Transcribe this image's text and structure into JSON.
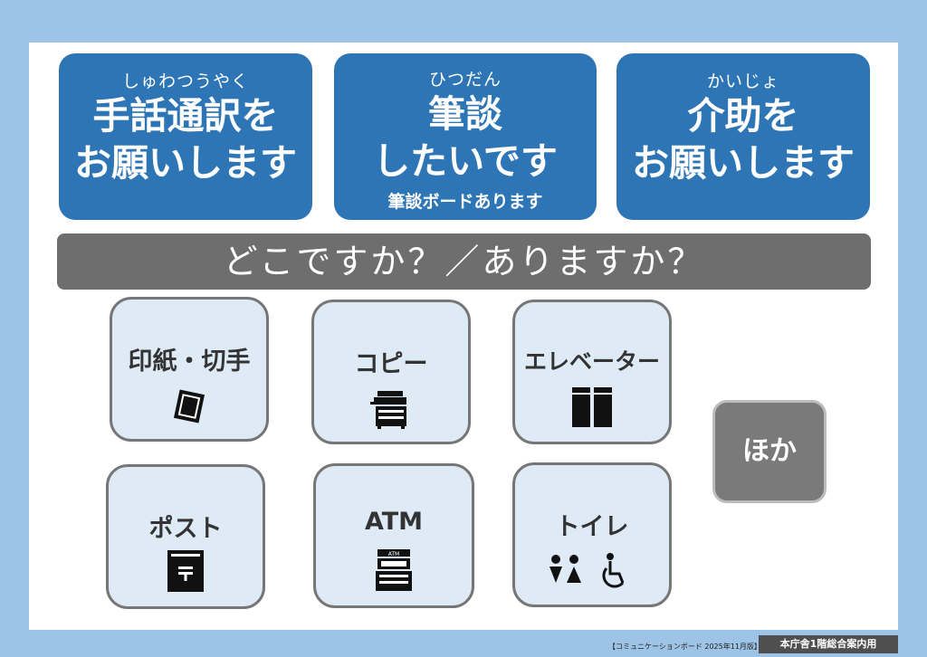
{
  "requests": [
    {
      "ruby": "しゅわつうやく",
      "line1": "手話通訳を",
      "line2": "お願いします"
    },
    {
      "ruby": "ひつだん",
      "line1": "筆談",
      "line2": "したいです",
      "sub": "筆談ボードあります"
    },
    {
      "ruby": "かいじょ",
      "line1": "介助を",
      "line2": "お願いします"
    }
  ],
  "question": "どこですか？／ありますか？",
  "places": [
    {
      "label": "印紙・切手",
      "icon": "stamp-icon"
    },
    {
      "label": "コピー",
      "icon": "copier-icon"
    },
    {
      "label": "エレベーター",
      "icon": "elevator-icon"
    },
    {
      "label": "ポスト",
      "icon": "postbox-icon"
    },
    {
      "label": "ATM",
      "icon": "atm-icon"
    },
    {
      "label": "トイレ",
      "icon": "restroom-icon"
    }
  ],
  "other": "ほか",
  "footer": {
    "note": "【コミュニケーションボード 2025年11月版】",
    "office": "本庁舎1階総合案内用"
  },
  "colors": {
    "accent": "#2e75b6",
    "frame": "#9dc3e6",
    "tile": "#deebf7",
    "bar": "#6e6e6e"
  }
}
